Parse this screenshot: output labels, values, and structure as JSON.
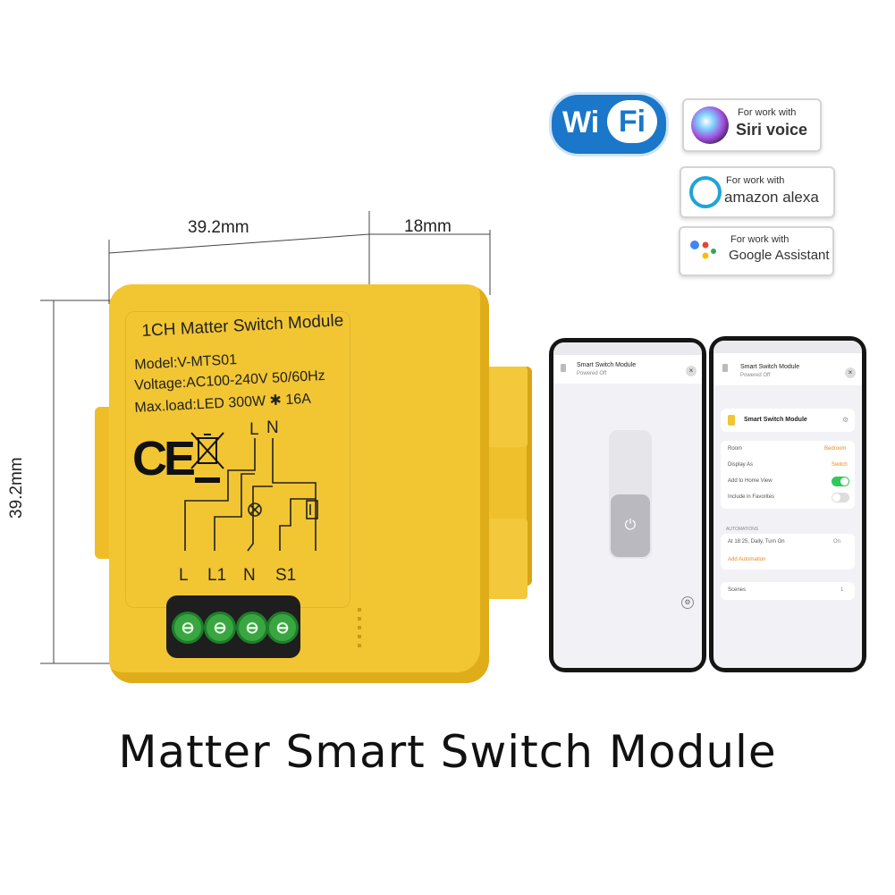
{
  "dimensions": {
    "width": "39.2mm",
    "depth": "18mm",
    "height": "39.2mm"
  },
  "module": {
    "title": "1CH Matter Switch Module",
    "model": "Model:V-MTS01",
    "voltage": "Voltage:AC100-240V 50/60Hz",
    "max_load": "Max.load:LED 300W",
    "max_load_current": "16A",
    "ce_mark": "CE",
    "wiring_top_labels": [
      "L",
      "N"
    ],
    "terminal_labels": [
      "L",
      "L1",
      "N",
      "S1"
    ]
  },
  "badges": {
    "wifi": {
      "part1": "Wi",
      "part2": "Fi",
      "color": "#1a77c9"
    },
    "siri": {
      "small": "For work with",
      "big": "Siri voice",
      "icon": "siri-orb-icon"
    },
    "alexa": {
      "small": "For work with",
      "big": "amazon alexa",
      "icon": "alexa-ring-icon",
      "color": "#1fa4d8"
    },
    "google": {
      "small": "For work with",
      "big": "Google Assistant",
      "icon": "google-assistant-dots-icon"
    }
  },
  "phone_left": {
    "title": "Smart Switch Module",
    "subtitle": "Powered Off"
  },
  "phone_right": {
    "title": "Smart Switch Module",
    "subtitle": "Powered Off",
    "device_card": "Smart Switch Module",
    "settings": [
      {
        "label": "Room",
        "value": "Bedroom"
      },
      {
        "label": "Display As",
        "value": "Switch"
      },
      {
        "label": "Add to Home View",
        "value": "on"
      },
      {
        "label": "Include in Favorites",
        "value": "off"
      }
    ],
    "automations_header": "AUTOMATIONS",
    "automation": {
      "label": "At 18:25, Daily, Turn On",
      "value": "On"
    },
    "add_automation": "Add Automation",
    "scenes": {
      "label": "Scenes",
      "value": "1"
    }
  },
  "caption": "Matter Smart Switch Module",
  "colors": {
    "module_yellow": "#f2c633",
    "terminal_green": "#3aa641",
    "toggle_on": "#34c759"
  }
}
